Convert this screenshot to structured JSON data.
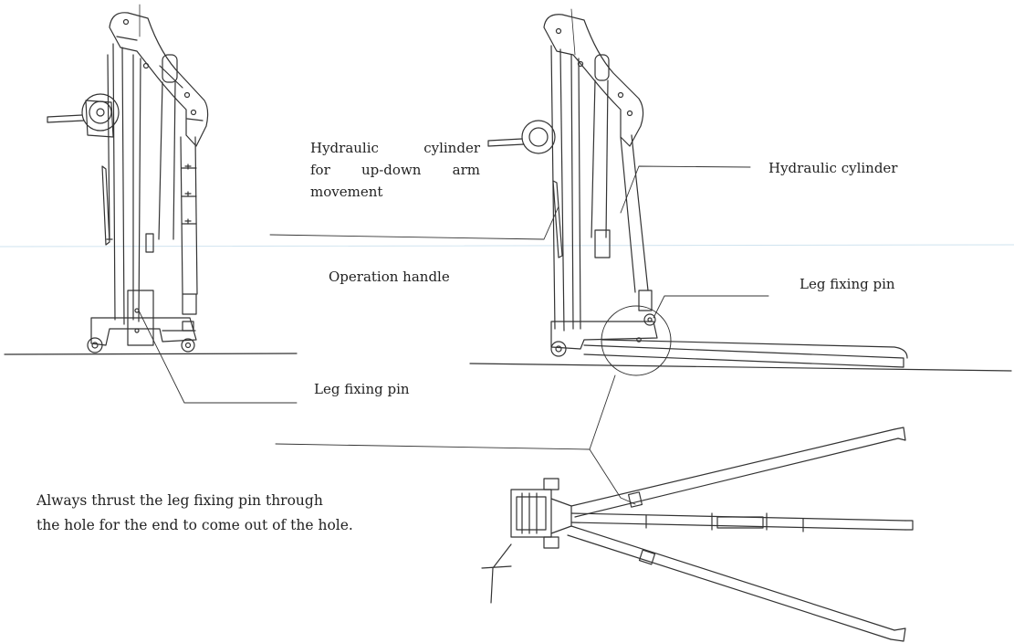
{
  "labels": {
    "hydraulic_cylinder_updown_line1": "Hydraulic cylinder",
    "hydraulic_cylinder_updown_line2": "for up-down arm",
    "hydraulic_cylinder_updown_line3": "movement",
    "hydraulic_cylinder": "Hydraulic cylinder",
    "operation_handle": "Operation handle",
    "leg_fixing_pin_right": "Leg fixing pin",
    "leg_fixing_pin_left": "Leg fixing pin"
  },
  "note": {
    "line1": "Always thrust the leg fixing pin through",
    "line2": "the hole for the end to come out of the hole."
  },
  "colors": {
    "ink": "#222222",
    "faint_rule": "#cfe3ef"
  }
}
